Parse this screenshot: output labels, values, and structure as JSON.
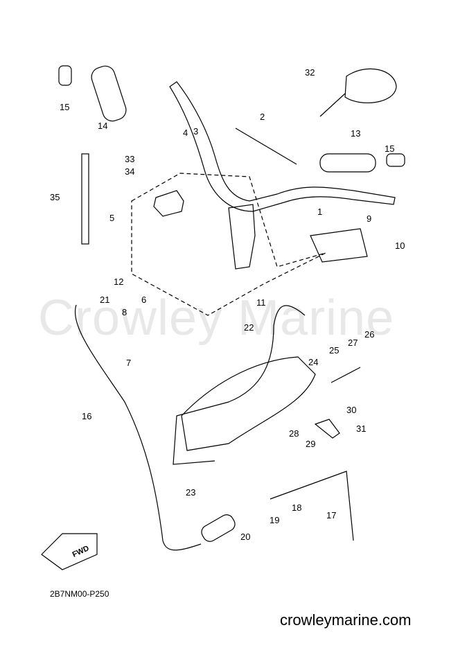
{
  "diagram": {
    "watermark": "Crowley Marine",
    "code": "2B7NM00-P250",
    "site": "crowleymarine.com",
    "fwd_label": "FWD",
    "callouts": [
      "1",
      "2",
      "3",
      "4",
      "5",
      "6",
      "7",
      "8",
      "9",
      "10",
      "11",
      "12",
      "13",
      "14",
      "15",
      "15",
      "16",
      "17",
      "18",
      "19",
      "20",
      "21",
      "22",
      "23",
      "24",
      "25",
      "26",
      "27",
      "28",
      "29",
      "30",
      "31",
      "32",
      "33",
      "34",
      "35"
    ]
  }
}
